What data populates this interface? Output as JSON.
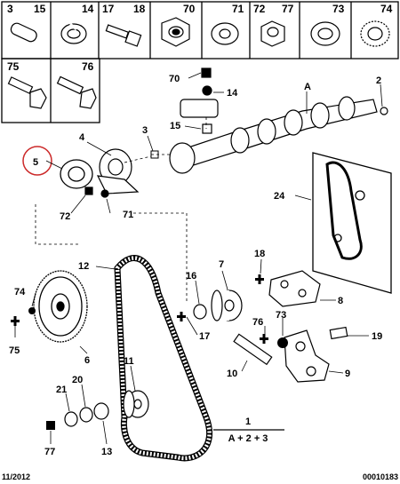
{
  "header_cells": [
    {
      "num": "3"
    },
    {
      "num": "15"
    },
    {
      "num": "14"
    },
    {
      "num": "17"
    },
    {
      "num": "18"
    },
    {
      "num": "70"
    },
    {
      "num": "71"
    },
    {
      "num": "72"
    },
    {
      "num": "77"
    },
    {
      "num": "73"
    },
    {
      "num": "74"
    }
  ],
  "second_row_cells": [
    {
      "num": "75"
    },
    {
      "num": "76"
    }
  ],
  "callouts": {
    "A": "A",
    "n2": "2",
    "n3": "3",
    "n4": "4",
    "n5": "5",
    "n6": "6",
    "n7": "7",
    "n8": "8",
    "n9": "9",
    "n10": "10",
    "n11": "11",
    "n12": "12",
    "n13": "13",
    "n14": "14",
    "n15": "15",
    "n16": "16",
    "n17": "17",
    "n18": "18",
    "n19": "19",
    "n20": "20",
    "n21": "21",
    "n24": "24",
    "n70": "70",
    "n71": "71",
    "n72": "72",
    "n73": "73",
    "n74": "74",
    "n75": "75",
    "n76": "76",
    "n77": "77"
  },
  "formula": {
    "top": "1",
    "bottom": "A + 2 + 3"
  },
  "footer": {
    "date": "11/2012",
    "code": "00010183"
  },
  "colors": {
    "line": "#000000",
    "highlight": "#cc2a2a"
  }
}
